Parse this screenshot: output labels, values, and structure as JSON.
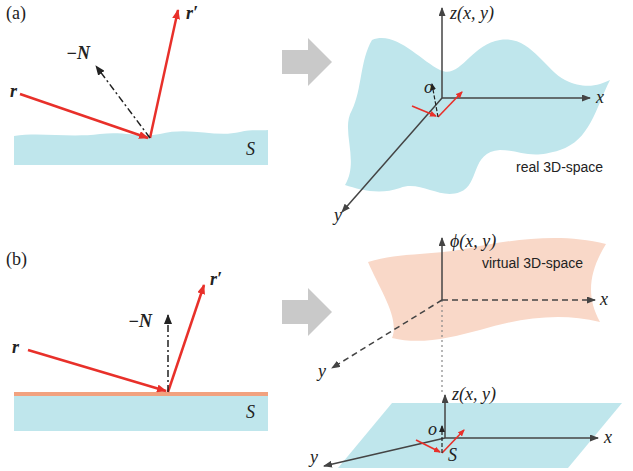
{
  "diagram": {
    "labels": [
      "(a)",
      "r",
      "r′",
      "−N",
      "S",
      "z(x, y)",
      "o",
      "x",
      "y",
      "real 3D-space",
      "(b)",
      "r",
      "r′",
      "−N",
      "S",
      "ϕ(x, y)",
      "virtual 3D-space",
      "x",
      "y",
      "z(x, y)",
      "o",
      "x",
      "S",
      "y"
    ]
  }
}
